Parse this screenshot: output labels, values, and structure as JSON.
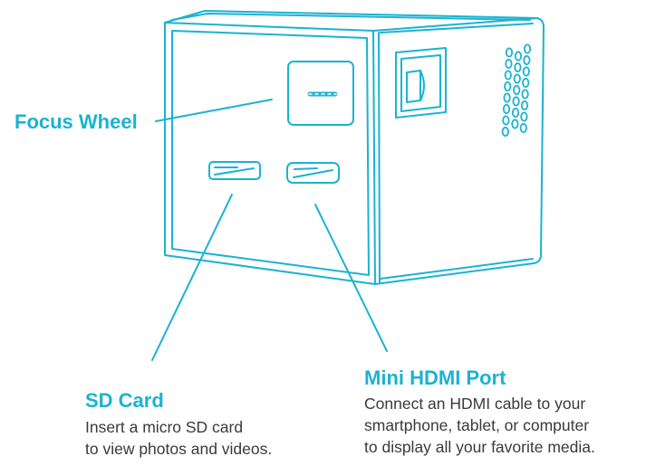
{
  "colors": {
    "accent": "#1ab3d1",
    "text": "#3a3a3a",
    "background": "#ffffff"
  },
  "labels": {
    "focus_wheel": {
      "title": "Focus Wheel"
    },
    "sd_card": {
      "title": "SD Card",
      "lines": [
        "Insert a micro SD card",
        "to view photos and videos."
      ]
    },
    "mini_hdmi": {
      "title": "Mini HDMI Port",
      "lines": [
        "Connect an HDMI cable to your",
        "smartphone, tablet, or computer",
        "to display all your favorite media."
      ]
    }
  }
}
